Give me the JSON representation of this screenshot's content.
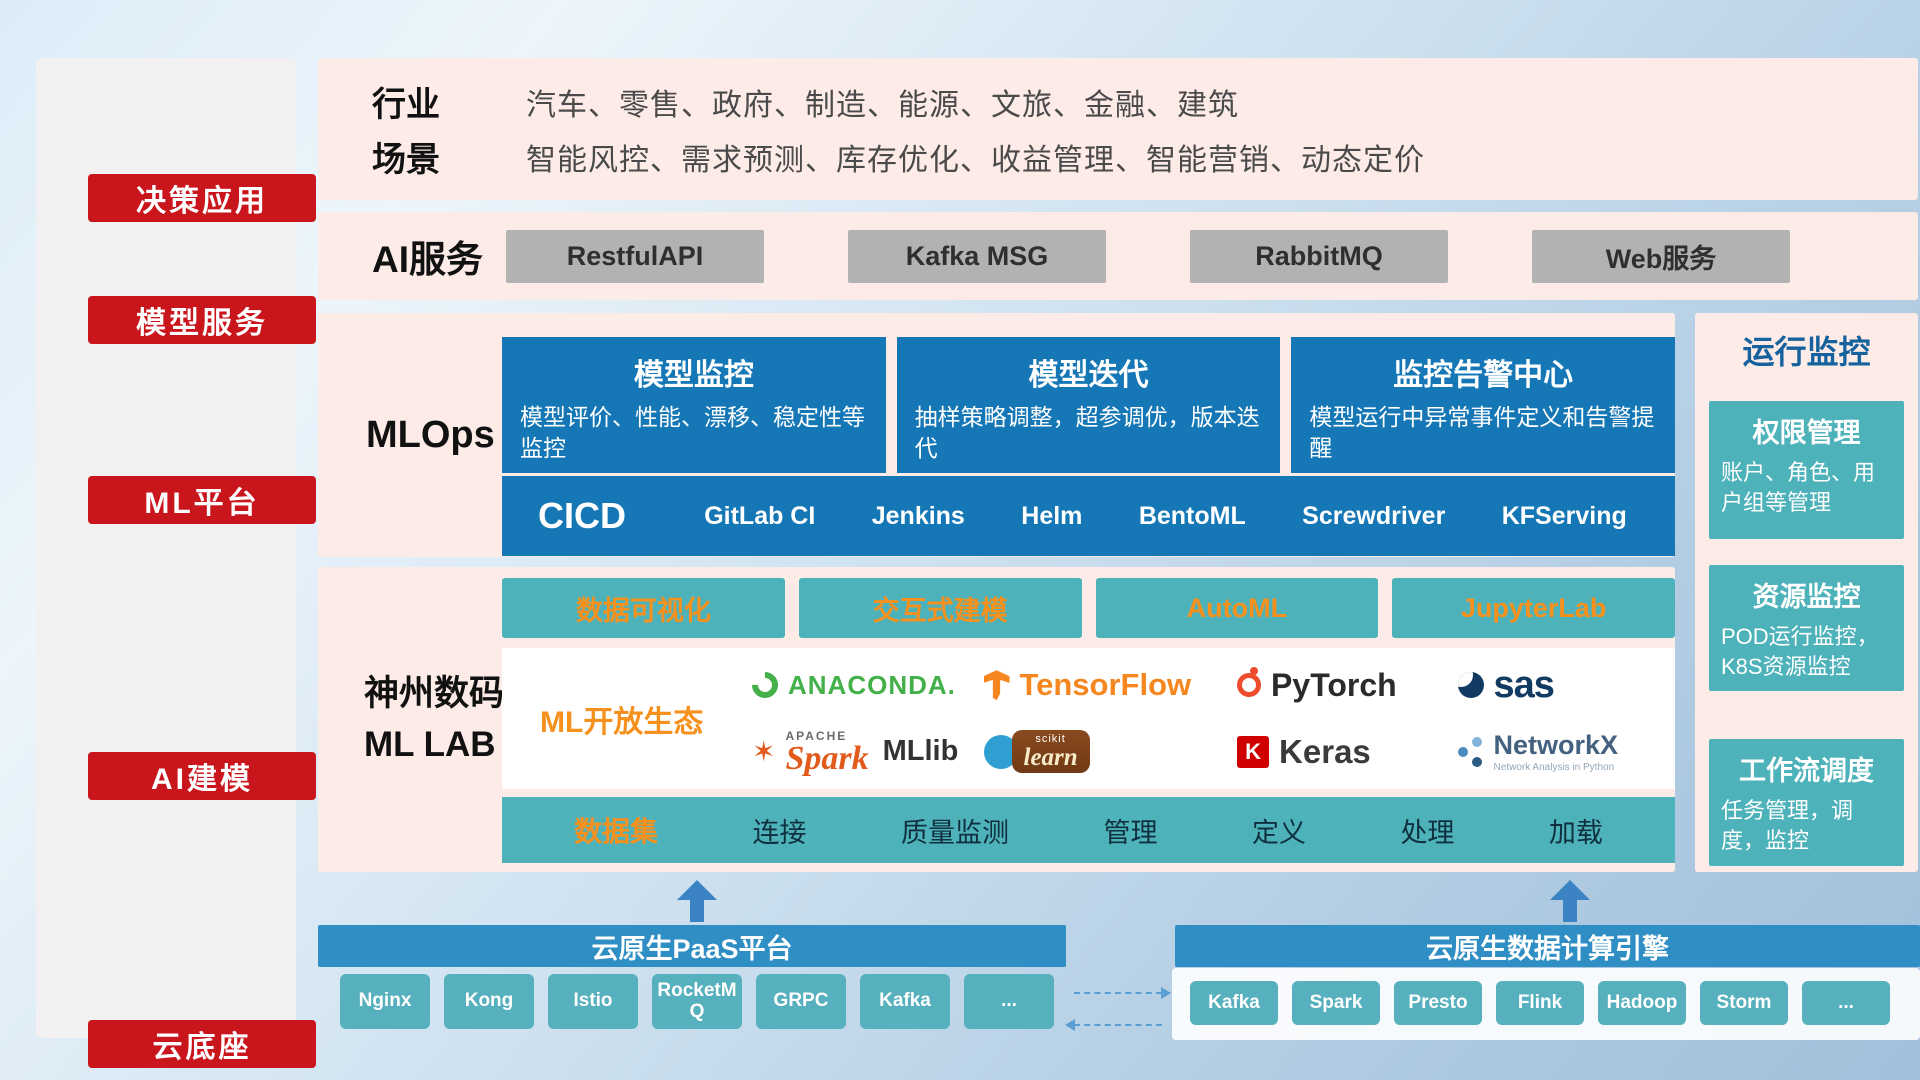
{
  "sidebar": {
    "items": [
      {
        "label": "决策应用"
      },
      {
        "label": "模型服务"
      },
      {
        "label": "ML平台"
      },
      {
        "label": "AI建模"
      },
      {
        "label": "云底座"
      }
    ]
  },
  "industry": {
    "rows": [
      {
        "label": "行业",
        "text": "汽车、零售、政府、制造、能源、文旅、金融、建筑"
      },
      {
        "label": "场景",
        "text": "智能风控、需求预测、库存优化、收益管理、智能营销、动态定价"
      }
    ]
  },
  "services": {
    "label": "AI服务",
    "buttons": [
      "RestfulAPI",
      "Kafka MSG",
      "RabbitMQ",
      "Web服务"
    ]
  },
  "mlops": {
    "label": "MLOps",
    "cards": [
      {
        "title": "模型监控",
        "desc": "模型评价、性能、漂移、稳定性等监控"
      },
      {
        "title": "模型迭代",
        "desc": "抽样策略调整，超参调优，版本迭代"
      },
      {
        "title": "监控告警中心",
        "desc": "模型运行中异常事件定义和告警提醒"
      }
    ],
    "cicd": {
      "label": "CICD",
      "tools": [
        "GitLab CI",
        "Jenkins",
        "Helm",
        "BentoML",
        "Screwdriver",
        "KFServing"
      ]
    }
  },
  "monitor": {
    "title": "运行监控",
    "cards": [
      {
        "title": "权限管理",
        "desc": "账户、角色、用户组等管理"
      },
      {
        "title": "资源监控",
        "desc": "POD运行监控，K8S资源监控"
      },
      {
        "title": "工作流调度",
        "desc": "任务管理，调度，监控"
      }
    ]
  },
  "mllab": {
    "title_line1": "神州数码",
    "title_line2": "ML LAB",
    "features": [
      "数据可视化",
      "交互式建模",
      "AutoML",
      "JupyterLab"
    ],
    "eco": {
      "label": "ML开放生态",
      "logos": {
        "anaconda": "ANACONDA.",
        "tensorflow": "TensorFlow",
        "pytorch": "PyTorch",
        "sas": "sas",
        "spark_star": "✶",
        "spark_apache": "APACHE",
        "spark": "Spark",
        "mllib": "MLlib",
        "sklearn_top": "scikit",
        "sklearn": "learn",
        "keras_k": "K",
        "keras": "Keras",
        "networkx": "NetworkX",
        "networkx_sub": "Network Analysis in Python"
      }
    },
    "dataset": {
      "label": "数据集",
      "items": [
        "连接",
        "质量监测",
        "管理",
        "定义",
        "处理",
        "加载"
      ]
    }
  },
  "cloud": {
    "paas": {
      "title": "云原生PaaS平台",
      "chips": [
        "Nginx",
        "Kong",
        "Istio",
        "RocketMQ",
        "GRPC",
        "Kafka",
        "..."
      ]
    },
    "engine": {
      "title": "云原生数据计算引擎",
      "chips": [
        "Kafka",
        "Spark",
        "Presto",
        "Flink",
        "Hadoop",
        "Storm",
        "..."
      ]
    }
  },
  "colors": {
    "accent_red": "#c9151c",
    "panel_pink": "#fcebe7",
    "primary_blue": "#1577b5",
    "header_blue": "#2f8ec4",
    "teal": "#4db2ba",
    "chip_teal": "#57b0bd",
    "accent_orange": "#f6911e",
    "monitor_title_blue": "#15629e",
    "arrow_blue": "#3c83c4"
  }
}
